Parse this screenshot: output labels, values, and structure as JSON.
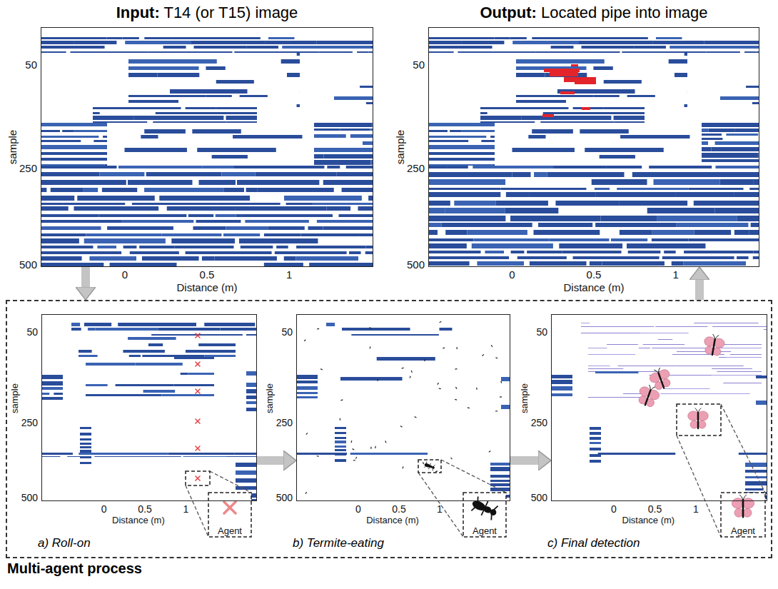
{
  "diagram": {
    "nodes": [
      {
        "text": [
          "Input: T14 (or T15) image"
        ]
      },
      {
        "text": [
          "Output: Located pipe into image"
        ]
      },
      {
        "text": [
          "Multi-agent process"
        ]
      },
      {
        "text": [
          "a) Roll-on"
        ],
        "in": 2
      },
      {
        "text": [
          "b) Termite-eating"
        ],
        "in": 2
      },
      {
        "text": [
          "c) Final detection"
        ],
        "in": 2
      }
    ],
    "edges": [
      {
        "from": 0,
        "to": 2,
        "arrow": "to"
      },
      {
        "from": 2,
        "to": 1,
        "arrow": "to"
      },
      {
        "from": 3,
        "to": 4,
        "arrow": "to"
      },
      {
        "from": 4,
        "to": 5,
        "arrow": "to"
      }
    ],
    "labels": [
      "50",
      "250",
      "500",
      "sample",
      "0",
      "0.5",
      "1",
      "Distance (m)",
      "50",
      "250",
      "500",
      "sample",
      "0",
      "0.5",
      "1",
      "Distance (m)",
      "50",
      "250",
      "500",
      "sample",
      "0",
      "0.5",
      "1",
      "Distance (m)",
      "50",
      "250",
      "500",
      "sample",
      "0",
      "0.5",
      "1",
      "Distance (m)",
      "50",
      "250",
      "500",
      "sample",
      "0",
      "0.5",
      "1",
      "Distance (m)",
      "Agent",
      "Agent",
      "Agent"
    ]
  }
}
